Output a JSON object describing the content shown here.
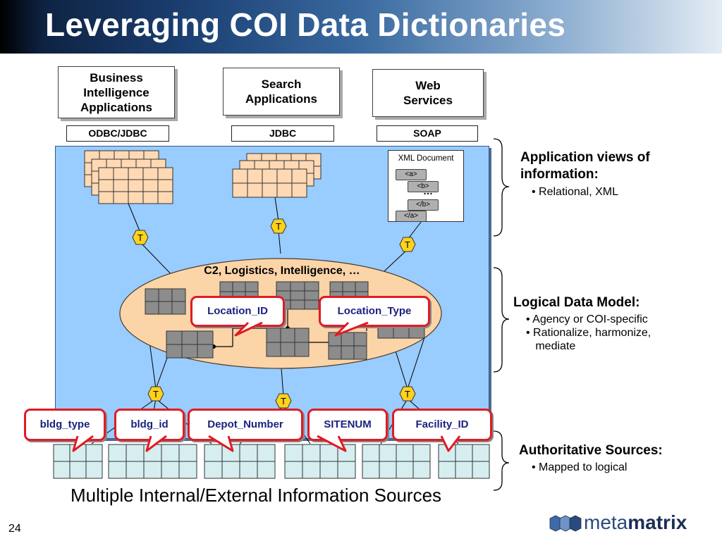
{
  "slide": {
    "title": "Leveraging COI Data Dictionaries",
    "page_number": "24",
    "footer_caption": "Multiple Internal/External Information Sources"
  },
  "applications": [
    {
      "label": "Business\nIntelligence\nApplications",
      "protocol": "ODBC/JDBC"
    },
    {
      "label": "Search\nApplications",
      "protocol": "JDBC"
    },
    {
      "label": "Web\nServices",
      "protocol": "SOAP"
    }
  ],
  "xml_document": {
    "title": "XML Document",
    "tags": [
      "<a>",
      "<b>",
      "…",
      "</b>",
      "</a>"
    ]
  },
  "transform_label": "T",
  "logical_model": {
    "label": "C2, Logistics, Intelligence, …",
    "callouts": [
      "Location_ID",
      "Location_Type"
    ]
  },
  "source_callouts": [
    "bldg_type",
    "bldg_id",
    "Depot_Number",
    "SITENUM",
    "Facility_ID"
  ],
  "annotations": [
    {
      "title": "Application views of information:",
      "bullets": [
        "•  Relational, XML"
      ]
    },
    {
      "title": "Logical Data Model:",
      "bullets": [
        "• Agency or COI-specific",
        "• Rationalize, harmonize,",
        "   mediate"
      ]
    },
    {
      "title": "Authoritative Sources:",
      "bullets": [
        "• Mapped to logical"
      ]
    }
  ],
  "logo": {
    "part1": "meta",
    "part2": "matrix"
  },
  "colors": {
    "panel": "#99ccff",
    "ellipse": "#fbd4a8",
    "view_table": "#ffd9b3",
    "source_table": "#d6eef0",
    "callout_border": "#e01b24",
    "hex": "#ffd21a"
  }
}
